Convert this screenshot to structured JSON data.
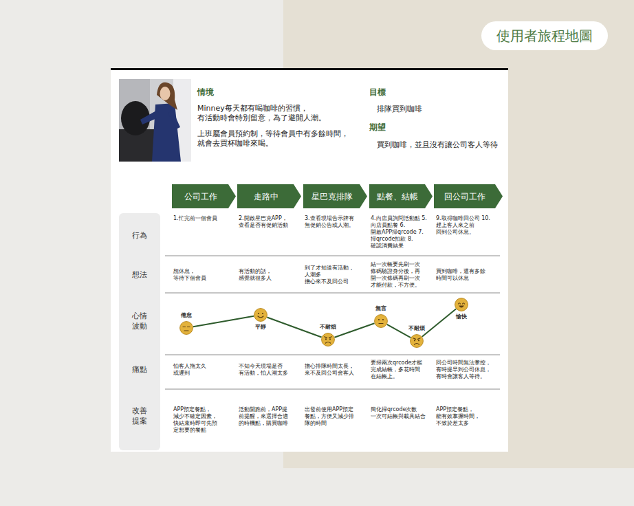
{
  "diagram": {
    "nodes": [
      {
        "text": [
          "使用者旅程地圖"
        ]
      },
      {
        "text": [
          "情境",
          "Minney每天都有喝咖啡的習慣， 有活動時會特別留意，為了避開人潮。",
          "上班屬會員預約制，等待會員中有多餘時間， 就會去買杯咖啡來喝。",
          "目標",
          "排隊買到咖啡",
          "期望",
          "買到咖啡，並且沒有讓公司客人等待"
        ]
      },
      {
        "text": [
          "公司工作"
        ],
        "in": 1
      },
      {
        "text": [
          "走路中"
        ],
        "in": 1
      },
      {
        "text": [
          "星巴克排隊"
        ],
        "in": 1
      },
      {
        "text": [
          "點餐、結帳"
        ],
        "in": 1
      },
      {
        "text": [
          "回公司工作"
        ],
        "in": 1
      },
      {
        "text": [
          "行為",
          "想法",
          "心情 波動",
          "痛點",
          "改善 提案"
        ],
        "in": 1
      },
      {
        "text": [
          "倦怠"
        ],
        "in": 1
      },
      {
        "text": [
          "平靜"
        ],
        "in": 1
      },
      {
        "text": [
          "不耐煩"
        ],
        "in": 1
      },
      {
        "text": [
          "無言"
        ],
        "in": 1
      },
      {
        "text": [
          "不耐煩"
        ],
        "in": 1
      },
      {
        "text": [
          "愉快"
        ],
        "in": 1
      }
    ],
    "edges": [
      {
        "from": 8,
        "to": 9,
        "arrow": "none"
      },
      {
        "from": 9,
        "to": 10,
        "arrow": "none"
      },
      {
        "from": 10,
        "to": 11,
        "arrow": "none"
      },
      {
        "from": 11,
        "to": 12,
        "arrow": "none"
      },
      {
        "from": 12,
        "to": 13,
        "arrow": "none"
      }
    ],
    "labels": [
      "1.忙完前一個會員",
      "2.開啟星巴克APP， 查看是否有促銷活動",
      "3.查看現場告示牌有 無促銷公告或人潮。",
      "4.向店員詢問活動點 5.向店員點餐 6.開啟APP掃qrcode 7.掃qrcode扣款 8.確認消費結果",
      "9.取得咖啡回公司 10.趕上客人來之前 回到公司休息。",
      "想休息， 等待下個會員",
      "有活動的話， 感覺就很多人",
      "到了才知道有活動， 人潮多 擔心來不及回公司",
      "結一次帳要先刷一次 條碼驗證身分後，再 開一次條碼再刷一次 才能付款，不方便。",
      "買到咖啡，還有多餘 時間可以休息",
      "怕客人拖太久 或遲到",
      "不知今天現場是否 有活動，怕人潮太多",
      "擔心排隊時間太長， 來不及回公司會客人",
      "要掃兩次qrcode才能 完成結帳，多花時間 在結帳上。",
      "回公司時間無法掌控， 有時提早到公司休息， 有時會讓客人等待。",
      "APP預定餐點， 減少不確定因素， 快結束時即可先預 定想要的餐點",
      "活動開跑前，APP提 前提醒，來選擇合適 的時機點，購買咖啡",
      "出發前使用APP預定 餐點，方便又減少排 隊的時間",
      "簡化掃qrcode次數 一次可結帳與載具結合",
      "APP預定餐點， 能有效掌握時間， 不致於差太多"
    ]
  }
}
